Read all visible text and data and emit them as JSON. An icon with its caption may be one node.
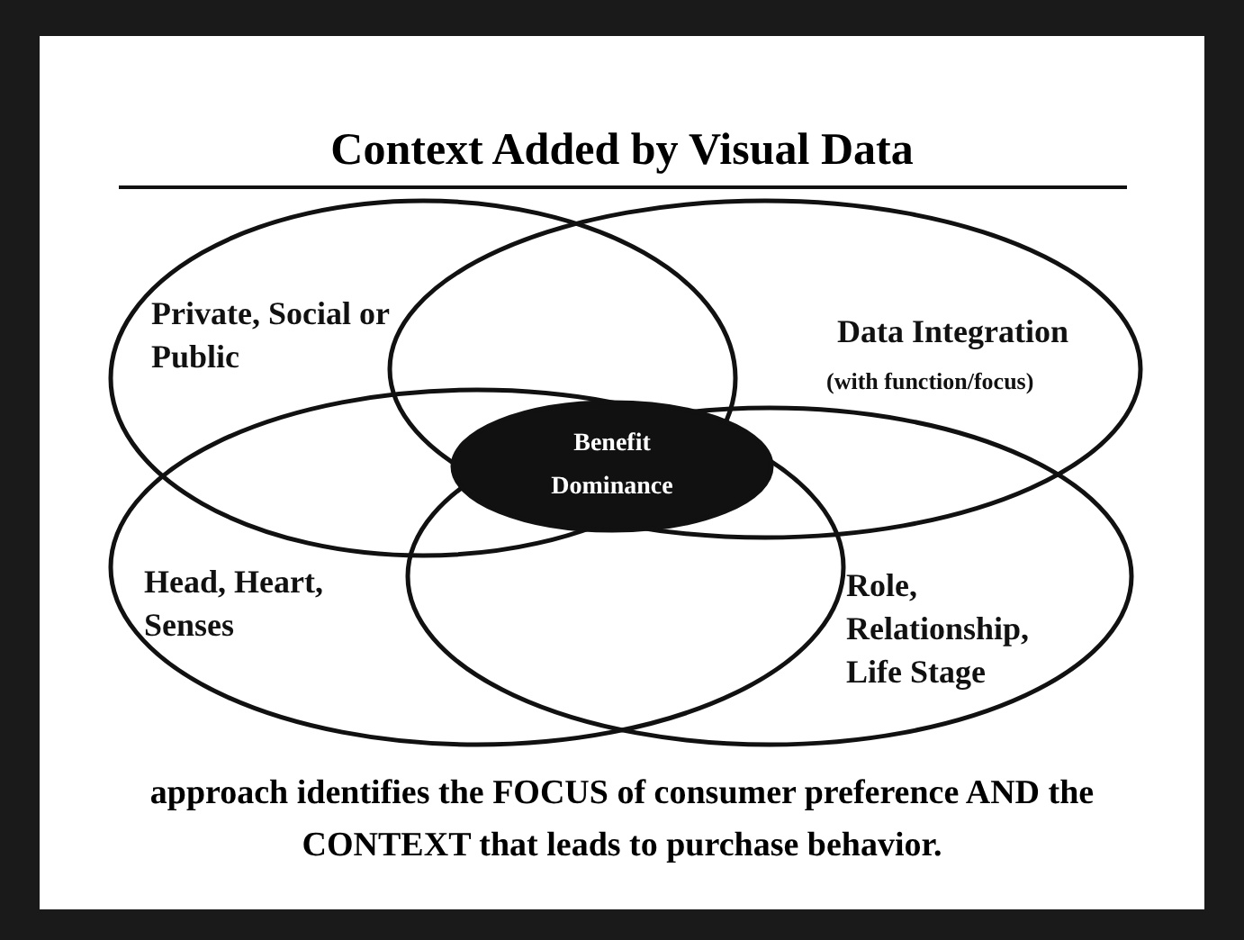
{
  "diagram": {
    "title": "Context Added by Visual Data",
    "caption": "approach identifies the FOCUS of consumer preference AND the CONTEXT that leads to purchase behavior.",
    "nodes": [
      {
        "text": [
          "Private, Social or Public"
        ]
      },
      {
        "text": [
          "Data Integration",
          "(with function/focus)"
        ]
      },
      {
        "text": [
          "Head, Heart, Senses"
        ]
      },
      {
        "text": [
          "Role, Relationship, Life Stage"
        ]
      },
      {
        "text": [
          "Benefit Dominance"
        ]
      }
    ],
    "edges": []
  }
}
